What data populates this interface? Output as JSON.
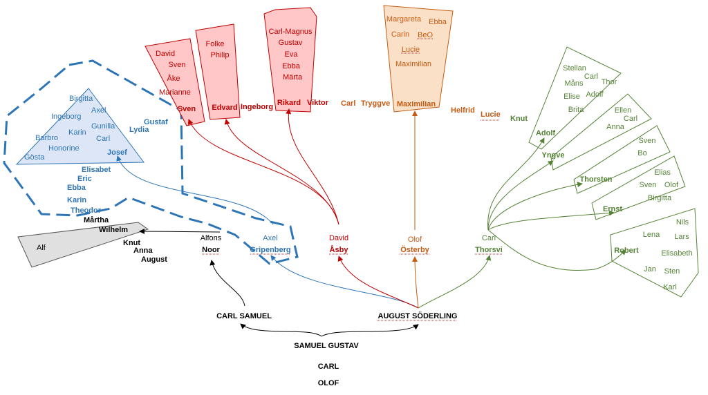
{
  "colors": {
    "black": "#000000",
    "blue": "#2e75b6",
    "blue_fill": "#dce6f7",
    "red": "#c00000",
    "red_fill": "#ffc7c7",
    "orange": "#c55a11",
    "orange_fill": "#fbe0c8",
    "green": "#548235",
    "gray_fill": "#e0e0e0"
  },
  "root": {
    "lines": [
      "OLOF",
      "CARL",
      "SAMUEL GUSTAV"
    ],
    "children": [
      "CARL SAMUEL",
      "AUGUST SÖDERLING"
    ]
  },
  "noor": {
    "given": "Alfons",
    "surname": "Noor",
    "children": [
      "Alf",
      "Wilhelm",
      "Mårtha",
      "Knut",
      "Anna",
      "August"
    ]
  },
  "gripenberg": {
    "given": "Axel",
    "surname": "Gripenberg",
    "outer_children": [
      "Josef",
      "Lydia",
      "Gustaf",
      "Elisabet",
      "Eric",
      "Ebba",
      "Karin",
      "Theodor"
    ],
    "josef_children": [
      "Birgitta",
      "Axel",
      "Ingeborg",
      "Gunilla",
      "Karin",
      "Barbro",
      "Carl",
      "Honorine",
      "Gösta"
    ]
  },
  "asby": {
    "given": "David",
    "surname": "Åsby",
    "sven": {
      "name": "Sven",
      "children": [
        "David",
        "Sven",
        "Åke",
        "Marianne"
      ]
    },
    "edvard": {
      "name": "Edvard",
      "children": [
        "Folke",
        "Philip"
      ]
    },
    "ingeborg": "Ingeborg",
    "rikard": {
      "name": "Rikard",
      "children": [
        "Carl-Magnus",
        "Gustav",
        "Eva",
        "Ebba",
        "Märta"
      ]
    },
    "viktor": "Viktor"
  },
  "osterby": {
    "given": "Olof",
    "surname": "Österby",
    "carl": "Carl",
    "tryggve": "Tryggve",
    "maximilian": {
      "name": "Maximilian",
      "children": [
        "Margareta",
        "Ebba",
        "Carin",
        "BeO",
        "Lucie",
        "Maximilian"
      ]
    },
    "helfrid": "Helfrid",
    "lucie": "Lucie"
  },
  "thorsvi": {
    "given": "Carl",
    "surname": "Thorsvi",
    "knut": "Knut",
    "adolf": {
      "name": "Adolf",
      "children": [
        "Stellan",
        "Carl",
        "Thor",
        "Måns",
        "Elise",
        "Adolf",
        "Brita"
      ]
    },
    "yngve": {
      "name": "Yngve",
      "children": [
        "Ellen",
        "Carl",
        "Anna"
      ]
    },
    "thorsten": {
      "name": "Thorsten",
      "children": [
        "Sven",
        "Bo"
      ]
    },
    "ernst": {
      "name": "Ernst",
      "children": [
        "Elias",
        "Sven",
        "Olof",
        "Birgitta"
      ]
    },
    "robert": {
      "name": "Robert",
      "children": [
        "Nils",
        "Lena",
        "Lars",
        "Elisabeth",
        "Jan",
        "Sten",
        "Karl"
      ]
    }
  }
}
